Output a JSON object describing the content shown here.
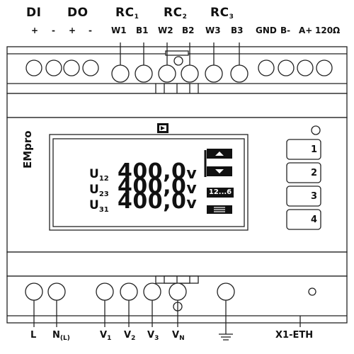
{
  "top_groups": [
    {
      "id": "di",
      "label": "DI"
    },
    {
      "id": "do",
      "label": "DO"
    },
    {
      "id": "rc1",
      "label": "RC",
      "sub": "1"
    },
    {
      "id": "rc2",
      "label": "RC",
      "sub": "2"
    },
    {
      "id": "rc3",
      "label": "RC",
      "sub": "3"
    }
  ],
  "top_pins": [
    "+",
    "-",
    "+",
    "-",
    "W1",
    "B1",
    "W2",
    "B2",
    "W3",
    "B3",
    "GND",
    "B-",
    "A+",
    "120Ω"
  ],
  "bottom_terminals": [
    {
      "id": "l",
      "label": "L"
    },
    {
      "id": "n",
      "label": "N",
      "sub": "(L)"
    },
    {
      "id": "v1",
      "label": "V",
      "sub": "1"
    },
    {
      "id": "v2",
      "label": "V",
      "sub": "2"
    },
    {
      "id": "v3",
      "label": "V",
      "sub": "3"
    },
    {
      "id": "vn",
      "label": "V",
      "sub": "N"
    },
    {
      "id": "x1eth",
      "label": "X1-ETH"
    }
  ],
  "brand": "EMpro",
  "display": {
    "rows": [
      {
        "label": "U",
        "sub": "12",
        "value": "400,0",
        "unit": "v"
      },
      {
        "label": "U",
        "sub": "23",
        "value": "400,0",
        "unit": "v"
      },
      {
        "label": "U",
        "sub": "31",
        "value": "400,0",
        "unit": "v"
      }
    ],
    "page_indicator": "12...6"
  },
  "side_buttons": [
    "1",
    "2",
    "3",
    "4"
  ],
  "icons": {
    "ground": "ground-symbol-icon",
    "logo": "phoenix-contact-logo-icon",
    "up": "arrow-up-icon",
    "down": "arrow-down-icon",
    "menu": "menu-icon"
  }
}
